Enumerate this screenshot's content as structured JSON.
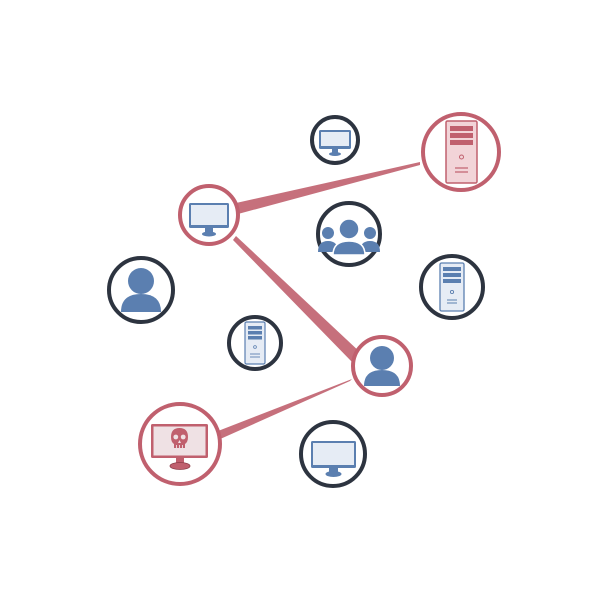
{
  "colors": {
    "background": "#ffffff",
    "node_border_normal": "#2d3440",
    "node_border_compromised": "#c0606e",
    "icon_blue": "#5b7fb0",
    "icon_red": "#c0606e",
    "screen_fill_blue": "#e6ecf5",
    "screen_fill_red": "#efe1e4",
    "server_fill_red": "#f2d4d8",
    "server_fill_blue": "#e6ecf5",
    "attack_path": "#c0606e"
  },
  "nodes": [
    {
      "id": "workstation-top",
      "icon": "monitor-icon",
      "state": "normal"
    },
    {
      "id": "server-target",
      "icon": "server-icon",
      "state": "compromised"
    },
    {
      "id": "workstation-pivot",
      "icon": "monitor-icon",
      "state": "compromised"
    },
    {
      "id": "user-group",
      "icon": "user-group-icon",
      "state": "normal"
    },
    {
      "id": "user-left",
      "icon": "user-icon",
      "state": "normal"
    },
    {
      "id": "server-right",
      "icon": "server-icon",
      "state": "normal"
    },
    {
      "id": "server-center",
      "icon": "server-icon",
      "state": "normal"
    },
    {
      "id": "user-compromised",
      "icon": "user-icon",
      "state": "compromised"
    },
    {
      "id": "attacker-machine",
      "icon": "skull-monitor-icon",
      "state": "attacker"
    },
    {
      "id": "workstation-bottom",
      "icon": "monitor-icon",
      "state": "normal"
    }
  ],
  "attack_path": [
    {
      "from": "attacker-machine",
      "to": "user-compromised"
    },
    {
      "from": "user-compromised",
      "to": "workstation-pivot"
    },
    {
      "from": "workstation-pivot",
      "to": "server-target"
    }
  ]
}
